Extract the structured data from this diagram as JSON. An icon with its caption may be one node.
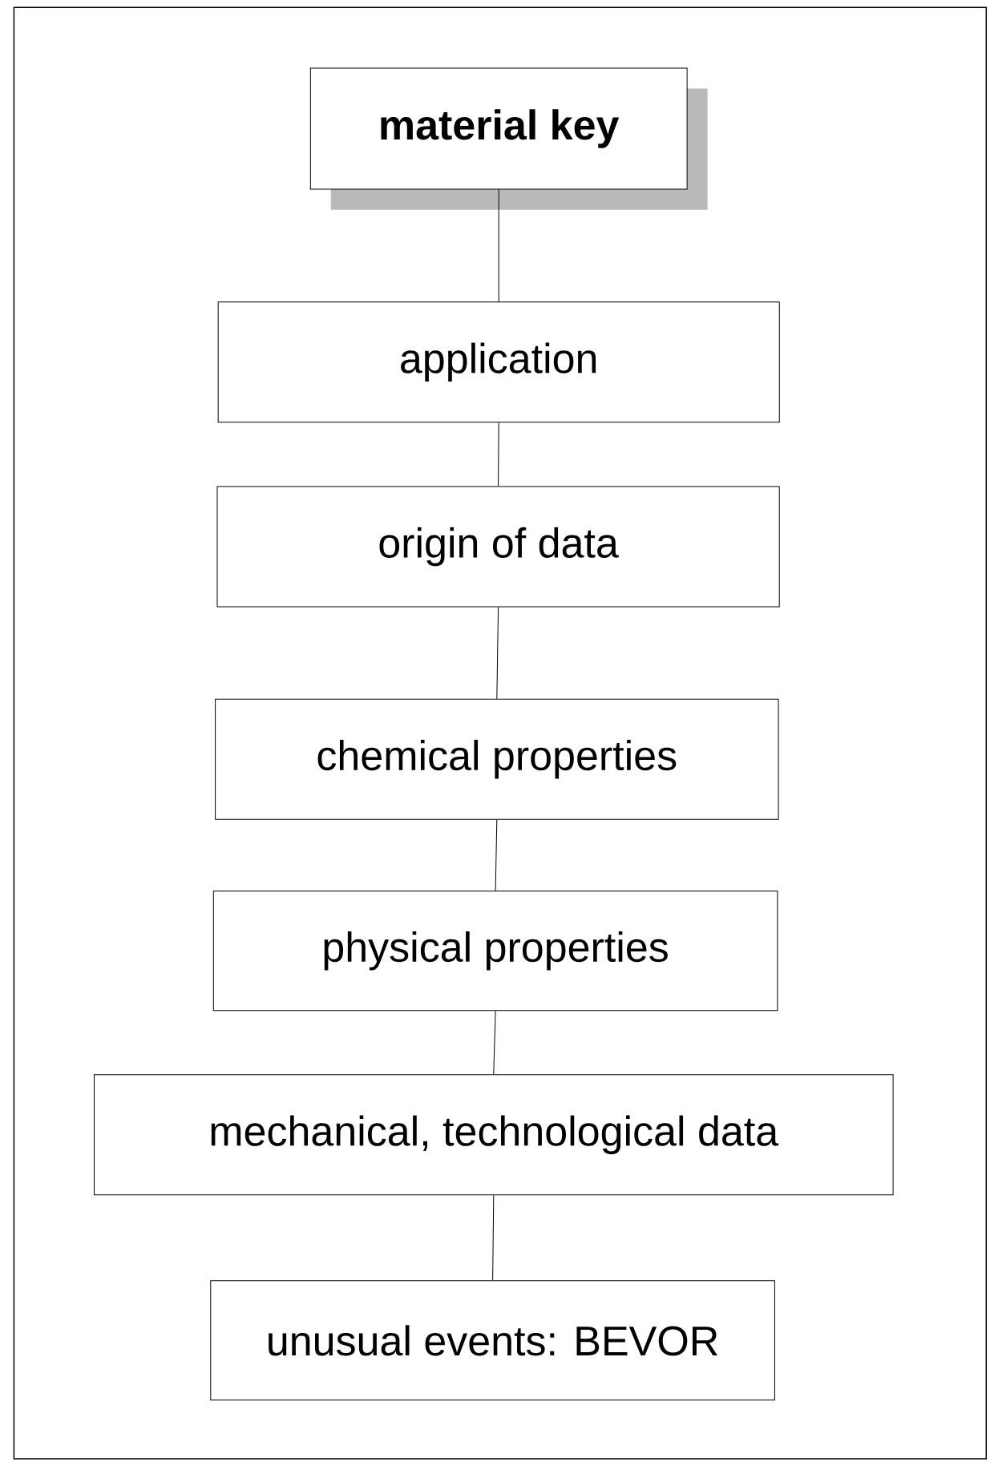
{
  "diagram": {
    "nodes": [
      {
        "text": [
          "**material key**"
        ]
      },
      {
        "text": [
          "application"
        ]
      },
      {
        "text": [
          "origin of data"
        ]
      },
      {
        "text": [
          "chemical properties"
        ]
      },
      {
        "text": [
          "physical properties"
        ]
      },
      {
        "text": [
          "mechanical, technological data"
        ]
      },
      {
        "text": [
          "unusual events: BEVOR"
        ]
      }
    ],
    "edges": [
      {
        "from": 0,
        "to": 1,
        "arrow": "none"
      },
      {
        "from": 1,
        "to": 2,
        "arrow": "none"
      },
      {
        "from": 2,
        "to": 3,
        "arrow": "none"
      },
      {
        "from": 3,
        "to": 4,
        "arrow": "none"
      },
      {
        "from": 4,
        "to": 5,
        "arrow": "none"
      },
      {
        "from": 5,
        "to": 6,
        "arrow": "none"
      }
    ]
  }
}
